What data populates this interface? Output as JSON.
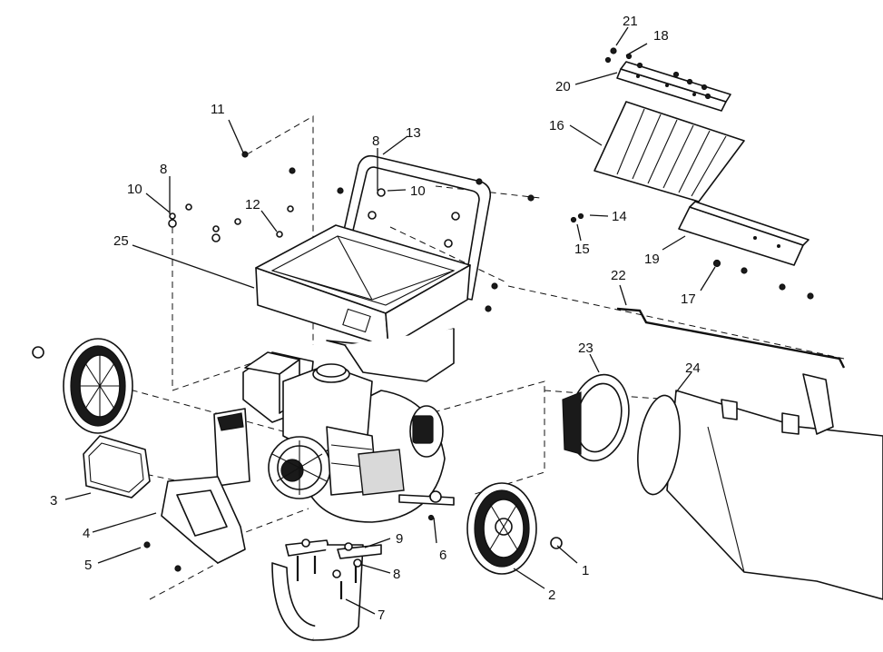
{
  "callouts": [
    {
      "id": "c1",
      "label": "1"
    },
    {
      "id": "c2",
      "label": "2"
    },
    {
      "id": "c3",
      "label": "3"
    },
    {
      "id": "c4",
      "label": "4"
    },
    {
      "id": "c5",
      "label": "5"
    },
    {
      "id": "c6",
      "label": "6"
    },
    {
      "id": "c7",
      "label": "7"
    },
    {
      "id": "c8a",
      "label": "8"
    },
    {
      "id": "c8b",
      "label": "8"
    },
    {
      "id": "c8c",
      "label": "8"
    },
    {
      "id": "c9",
      "label": "9"
    },
    {
      "id": "c10a",
      "label": "10"
    },
    {
      "id": "c10b",
      "label": "10"
    },
    {
      "id": "c11",
      "label": "11"
    },
    {
      "id": "c12",
      "label": "12"
    },
    {
      "id": "c13",
      "label": "13"
    },
    {
      "id": "c14",
      "label": "14"
    },
    {
      "id": "c15",
      "label": "15"
    },
    {
      "id": "c16",
      "label": "16"
    },
    {
      "id": "c17",
      "label": "17"
    },
    {
      "id": "c18",
      "label": "18"
    },
    {
      "id": "c19",
      "label": "19"
    },
    {
      "id": "c20",
      "label": "20"
    },
    {
      "id": "c21",
      "label": "21"
    },
    {
      "id": "c22",
      "label": "22"
    },
    {
      "id": "c23",
      "label": "23"
    },
    {
      "id": "c24",
      "label": "24"
    },
    {
      "id": "c25",
      "label": "25"
    }
  ],
  "colors": {
    "line": "#111111",
    "background": "#ffffff",
    "shade": "#d9d9d9"
  }
}
